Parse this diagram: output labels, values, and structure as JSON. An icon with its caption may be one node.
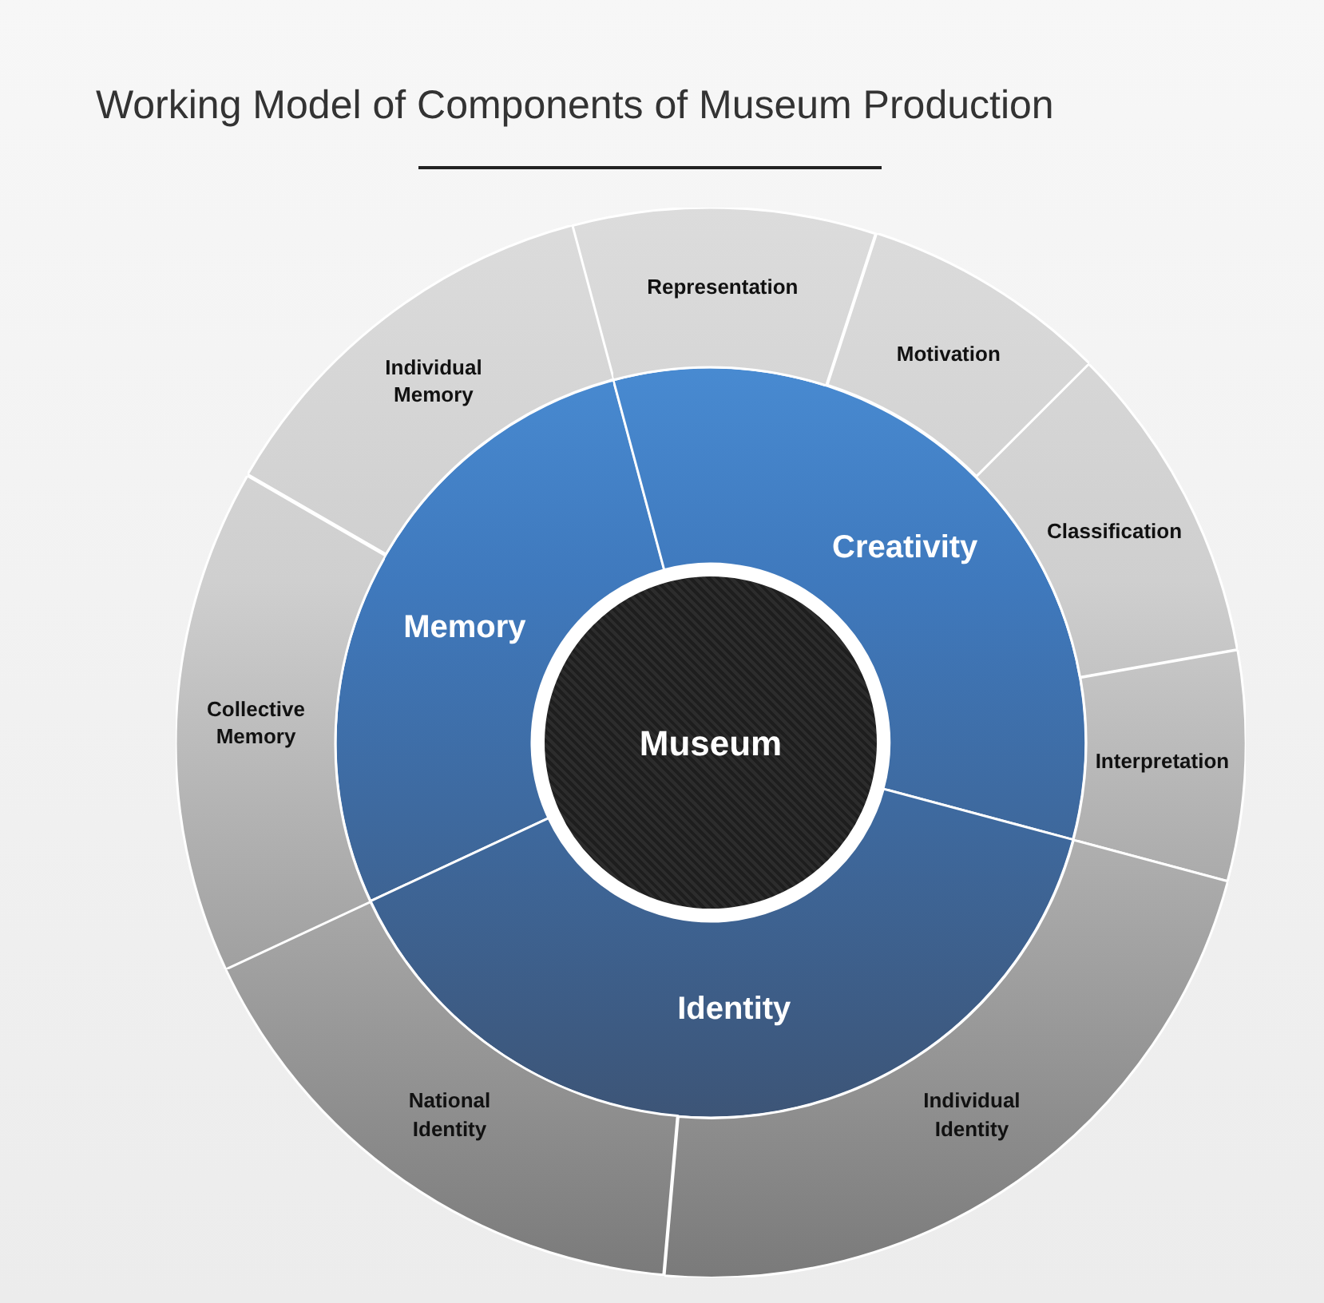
{
  "diagram": {
    "title": "Working Model of Components of Museum Production",
    "nodes": [
      {
        "text": [
          "Museum"
        ]
      },
      {
        "text": [
          "Memory"
        ]
      },
      {
        "text": [
          "Creativity"
        ]
      },
      {
        "text": [
          "Identity"
        ]
      },
      {
        "text": [
          "Representation"
        ]
      },
      {
        "text": [
          "Motivation"
        ]
      },
      {
        "text": [
          "Classification"
        ]
      },
      {
        "text": [
          "Interpretation"
        ]
      },
      {
        "text": [
          "Individual Identity"
        ]
      },
      {
        "text": [
          "National Identity"
        ]
      },
      {
        "text": [
          "Collective Memory"
        ]
      },
      {
        "text": [
          "Individual Memory"
        ]
      }
    ]
  }
}
